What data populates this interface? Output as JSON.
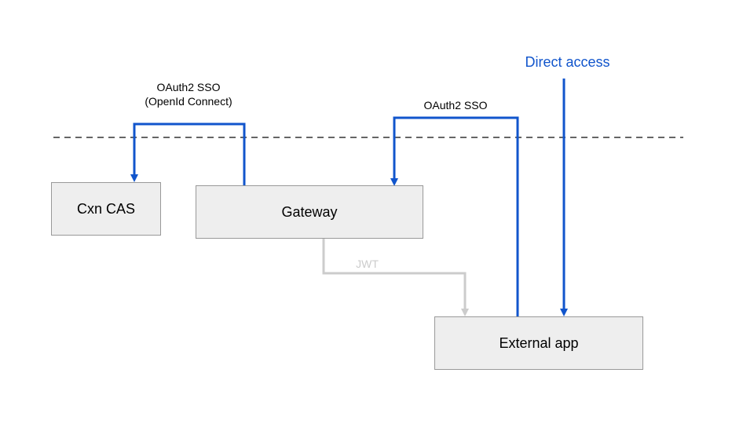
{
  "nodes": {
    "cxn_cas": "Cxn CAS",
    "gateway": "Gateway",
    "external_app": "External app"
  },
  "edges": {
    "oauth_oidc_line1": "OAuth2 SSO",
    "oauth_oidc_line2": "(OpenId Connect)",
    "oauth_sso": "OAuth2 SSO",
    "direct_access": "Direct access",
    "jwt": "JWT"
  },
  "colors": {
    "accent_blue": "#1155cc",
    "jwt_gray": "#cccccc",
    "box_fill": "#eeeeee",
    "box_border": "#999999",
    "boundary_dash": "#666666"
  }
}
